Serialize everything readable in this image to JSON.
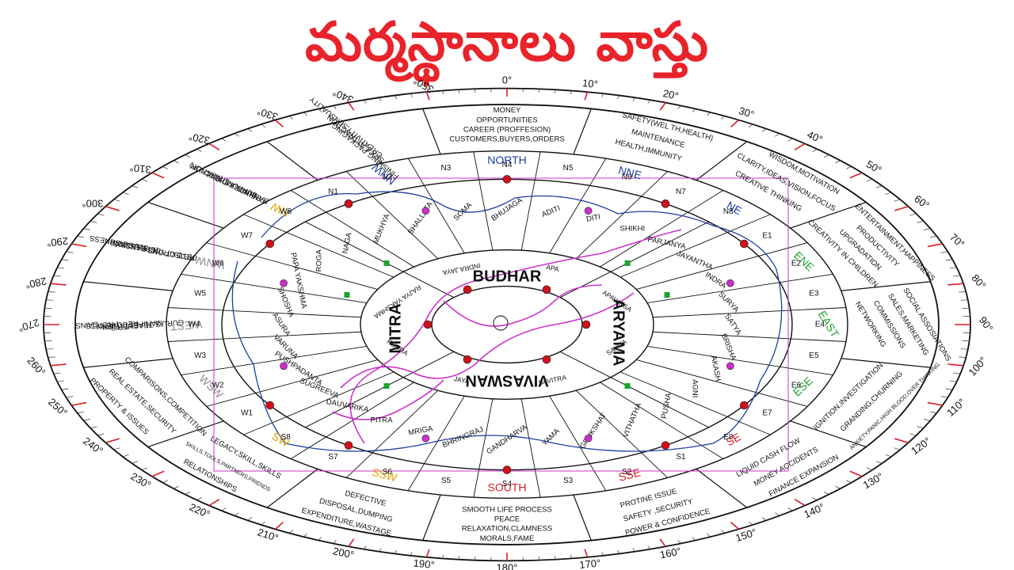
{
  "title": "మర్మస్థానాలు వాస్తు",
  "colors": {
    "title": "#e8232a",
    "ring": "#111111",
    "dir_blue": "#1d3fa0",
    "dir_red": "#d81f26",
    "dir_green": "#22a52e",
    "dir_gold": "#e0a000",
    "dir_grey": "#8a8a8a",
    "figure": "#cc33cc",
    "dot_red": "#d0101a",
    "dot_magenta": "#cc2fd0",
    "dot_green": "#1aa52a"
  },
  "degree_labels": [
    "0°",
    "10°",
    "20°",
    "30°",
    "40°",
    "50°",
    "60°",
    "70°",
    "80°",
    "90°",
    "100°",
    "110°",
    "120°",
    "130°",
    "140°",
    "150°",
    "160°",
    "170°",
    "180°",
    "190°",
    "200°",
    "210°",
    "220°",
    "230°",
    "240°",
    "250°",
    "260°",
    "270°",
    "280°",
    "290°",
    "300°",
    "310°",
    "320°",
    "330°",
    "340°",
    "350°"
  ],
  "zones": [
    {
      "name": "NORTH",
      "color": "blue",
      "lines": [
        "MONEY",
        "OPPORTUNITIES",
        "CAREER (PROFFESION)",
        "CUSTOMERS,BUYERS,ORDERS"
      ]
    },
    {
      "name": "NNE",
      "color": "blue",
      "lines": [
        "SAFETY(WEL TH,HEALTH)",
        "MAINTENANCE",
        "HEALTH,IMMUNITY"
      ]
    },
    {
      "name": "NE",
      "color": "blue",
      "lines": [
        "WISDOM,MOTIVATION",
        "CLARITY,IDEAS,VISION,FOCUS",
        "CREATIVE THINKING"
      ]
    },
    {
      "name": "ENE",
      "color": "green",
      "lines": [
        "ENTERTAINMENT,HAPPINESS",
        "PRODUCTIVITY",
        "UPGRADATION",
        "CREATIVITY IN CHILDREN"
      ]
    },
    {
      "name": "EAST",
      "color": "green",
      "lines": [
        "SOCIAL ASSOSIATIONS",
        "SALES,MARKETING",
        "COMMISSIONS",
        "NETWORKING"
      ]
    },
    {
      "name": "ESE",
      "color": "green",
      "lines": [
        "ANXIETY,PANIC,HIGH BLOOD,OVER THINKING",
        "GRANDING,CHURNING",
        "IGNITION,INVESTIGATION"
      ]
    },
    {
      "name": "SE",
      "color": "red",
      "lines": [
        "FINANCE EXPANSION",
        "MONEY ACCIDENTS",
        "LIQUID CASH FLOW"
      ]
    },
    {
      "name": "SSE",
      "color": "red",
      "lines": [
        "POWER & CONFIDENCE",
        "SAFETY ,SECURITY",
        "PROTINE ISSUE"
      ]
    },
    {
      "name": "SOUTH",
      "color": "red",
      "lines": [
        "MORALS,FAME",
        "RELAXATION,CLAMNESS",
        "PEACE",
        "SMOOTH LIFE PROCESS"
      ]
    },
    {
      "name": "SSW",
      "color": "gold",
      "lines": [
        "EXPENDITURE,WASTAGE",
        "DISPOSAL,DUMPING",
        "DEFECTIVE"
      ]
    },
    {
      "name": "SW",
      "color": "gold",
      "lines": [
        "RELATIONSHIPS",
        "SKILLS,TOOLS,PARTNERS,FRIENDS",
        "LEGACY,SKILL,SKILLS"
      ]
    },
    {
      "name": "WSW",
      "color": "grey",
      "lines": [
        "PROPERTY & ISSUES",
        "REAL ESTATE,SECURITY",
        "COMPARISONS,COMPETITION"
      ]
    },
    {
      "name": "WEST",
      "color": "grey",
      "lines": [
        "GAINS",
        "PROFITS",
        "RECOVERY",
        "MANIFESTATION",
        "GURU'S,TEACHER'S"
      ]
    },
    {
      "name": "WNW",
      "color": "grey",
      "lines": [
        "SLUGGISHNESS",
        "DEPRESSION",
        "DETOXIFY (CLEANSING)",
        "REJECTIONS"
      ]
    },
    {
      "name": "NW",
      "color": "gold",
      "lines": [
        "LITIGATION",
        "SUPPORT (BACKUP)",
        "BANKING,JUDICIAL",
        "FREINDS"
      ]
    },
    {
      "name": "NNW",
      "color": "blue",
      "lines": [
        "CREATIVITY,SENSUALITY",
        "SEX & ATTRACTION",
        "FINISHING,PACKAGING"
      ]
    }
  ],
  "outer_deities": [
    "DITI",
    "SHIKHI",
    "PARJANYA",
    "JAYANTHA",
    "INDRA",
    "SURYA",
    "SATYA",
    "BRISHA",
    "AKASH",
    "AGNI",
    "PUSHA",
    "VITHATHA",
    "GRUKSHAT",
    "YAMA",
    "GANDHARVA",
    "BHRINGRAJ",
    "MRIGA",
    "PITRA",
    "DAUVARIKA",
    "SUGREEVA",
    "PUSHPADANTA",
    "VARUNA",
    "ASURA",
    "SHOSHA",
    "PAPA YAKSHMA",
    "ROGA",
    "NAGA",
    "MUKHYA",
    "BHALLATA",
    "SOMA",
    "BHUJAGA",
    "ADITI"
  ],
  "inner_deities": [
    "APA",
    "APAVATSA",
    "SAVITA",
    "SAVITRA",
    "JAYA",
    "RUDRA",
    "RAJYA YAKSHMA",
    "INDRA JAYA"
  ],
  "center_deities": {
    "north": "BUDHAR",
    "east": "ARYAMA",
    "south": "VIVASWAN",
    "west": "MITRA"
  },
  "pada_codes": [
    "N1",
    "N2",
    "N3",
    "N4",
    "N5",
    "N6",
    "N7",
    "N8",
    "E1",
    "E2",
    "E3",
    "E4",
    "E5",
    "E6",
    "E7",
    "E8",
    "S1",
    "S2",
    "S3",
    "S4",
    "S5",
    "S6",
    "S7",
    "S8",
    "W1",
    "W2",
    "W3",
    "W4",
    "W5",
    "W6",
    "W7",
    "W8"
  ]
}
